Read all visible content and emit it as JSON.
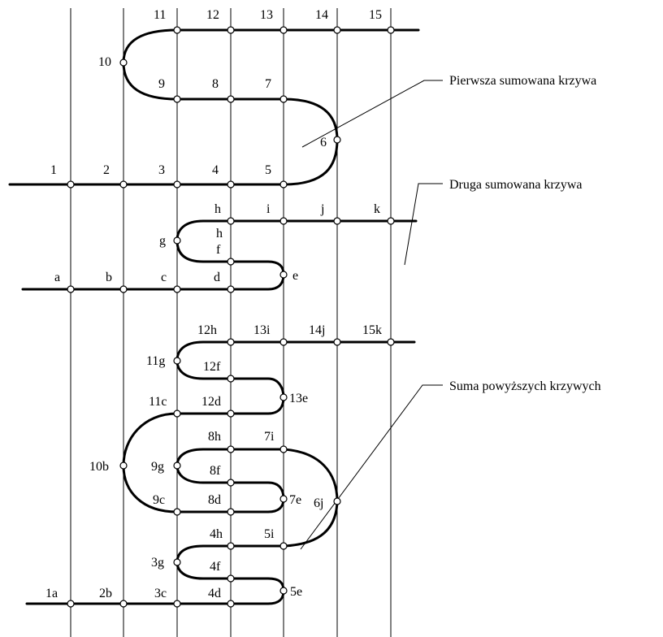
{
  "captions": {
    "first": "Pierwsza sumowana krzywa",
    "second": "Druga sumowana krzywa",
    "sum": "Suma powyższych krzywych"
  },
  "curve1_labels": [
    "1",
    "2",
    "3",
    "4",
    "5",
    "6",
    "7",
    "8",
    "9",
    "10",
    "11",
    "12",
    "13",
    "14",
    "15"
  ],
  "curve2_labels": [
    "a",
    "b",
    "c",
    "d",
    "e",
    "f",
    "g",
    "h",
    "h",
    "i",
    "j",
    "k"
  ],
  "sum_labels": [
    "1a",
    "2b",
    "3c",
    "4d",
    "5e",
    "4f",
    "3g",
    "4h",
    "5i",
    "6j",
    "7e",
    "8d",
    "9c",
    "10b",
    "11c",
    "12d",
    "13e",
    "12f",
    "11g",
    "12h",
    "13i",
    "14j",
    "15k",
    "8f",
    "9g",
    "8h",
    "7i"
  ]
}
